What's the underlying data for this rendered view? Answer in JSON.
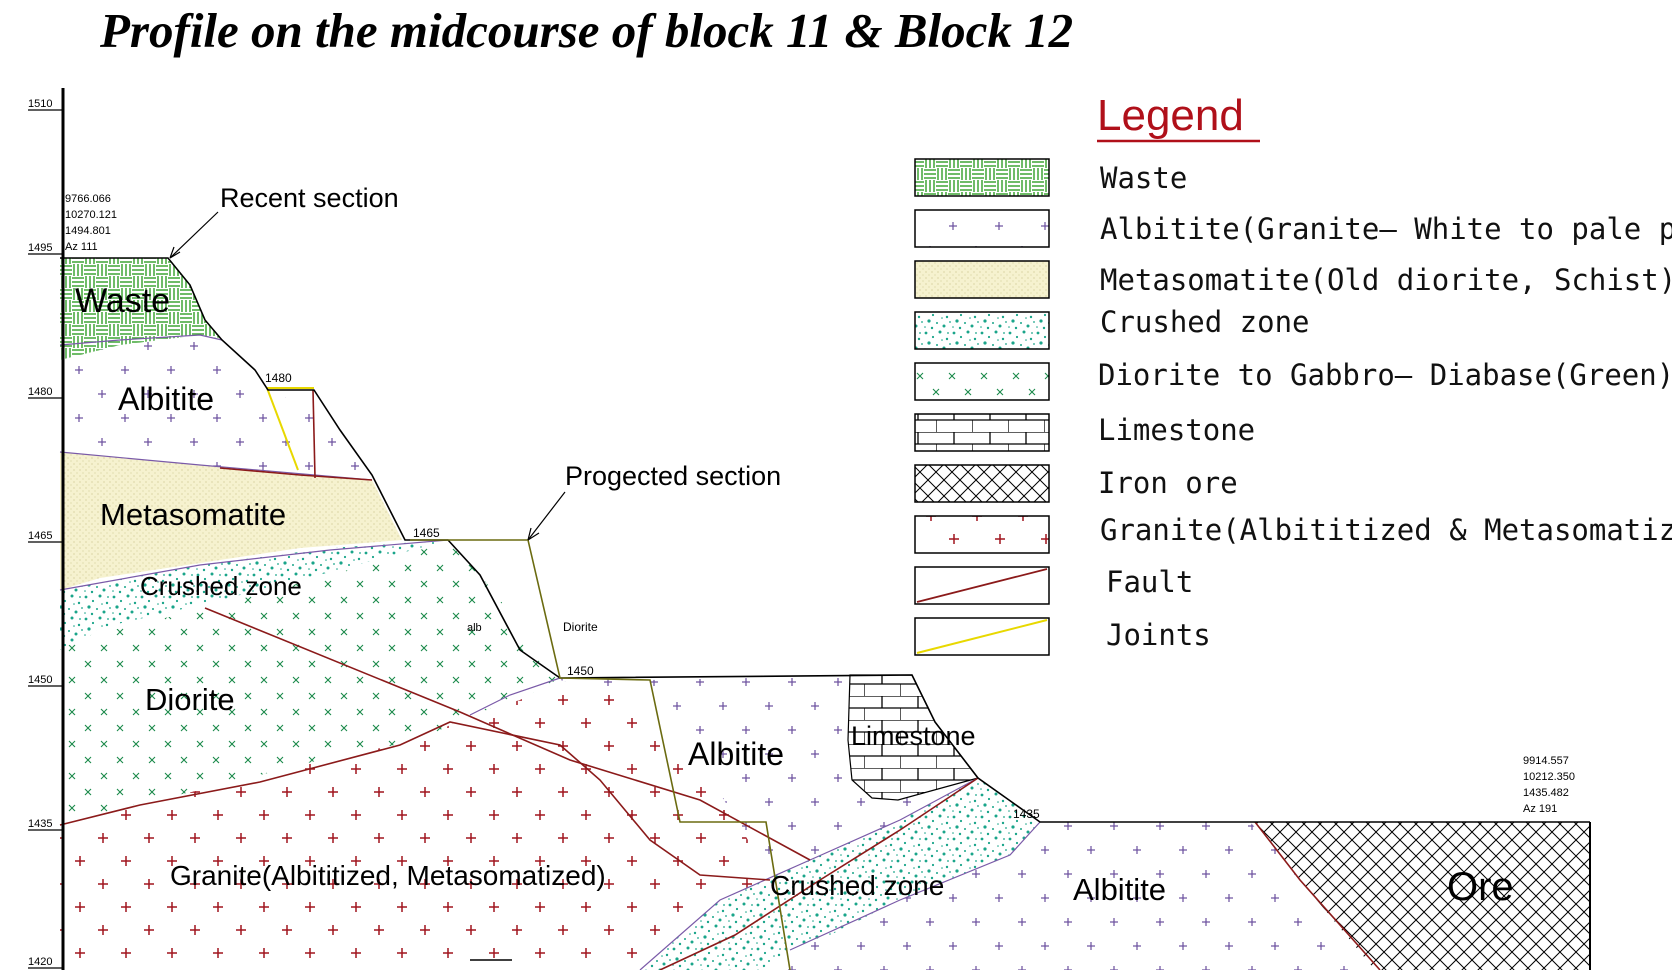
{
  "title": "Profile on the midcourse of block 11 & Block 12",
  "elevation_ticks": [
    "1510",
    "1495",
    "1480",
    "1465",
    "1450",
    "1435",
    "1420"
  ],
  "labels": {
    "waste": "Waste",
    "albitite_upper": "Albitite",
    "metasomatite": "Metasomatite",
    "crushed_upper": "Crushed zone",
    "diorite_main": "Diorite",
    "alb_small": "alb",
    "diorite_small": "Diorite",
    "granite_main": "Granite(Albititized, Metasomatized)",
    "albitite_mid": "Albitite",
    "limestone": "Limestone",
    "crushed_lower": "Crushed zone",
    "albitite_lower": "Albitite",
    "ore": "Ore"
  },
  "annotations": {
    "recent_section": "Recent section",
    "projected_section": "Progected section",
    "bench_1480": "1480",
    "bench_1465": "1465",
    "bench_1450": "1450",
    "bench_1435": "1435"
  },
  "coords_left": [
    "9766.066",
    "10270.121",
    "1494.801",
    "Az 111"
  ],
  "coords_right": [
    "9914.557",
    "10212.350",
    "1435.482",
    "Az 191"
  ],
  "legend": {
    "title": "Legend",
    "items": [
      {
        "label": "Waste"
      },
      {
        "label": "Albitite(Granite— White to pale pink)"
      },
      {
        "label": "Metasomatite(Old diorite, Schist)"
      },
      {
        "label": "Crushed zone"
      },
      {
        "label": "Diorite to Gabbro— Diabase(Green)"
      },
      {
        "label": "Limestone"
      },
      {
        "label": "Iron ore"
      },
      {
        "label": "Granite(Albititized & Metasomatized)"
      },
      {
        "label": "Fault"
      },
      {
        "label": "Joints"
      }
    ]
  },
  "colors": {
    "waste": "#3fa535",
    "albitite_cross": "#6a4f9e",
    "metasomatite": "#f6f2cf",
    "crushed": "#1aa58a",
    "diorite_cross": "#1a8a4a",
    "granite_cross": "#a0141e",
    "fault": "#8b1a1a",
    "joint": "#f2e600",
    "section_line": "#6b6b10",
    "legend_title": "#b0101a"
  }
}
